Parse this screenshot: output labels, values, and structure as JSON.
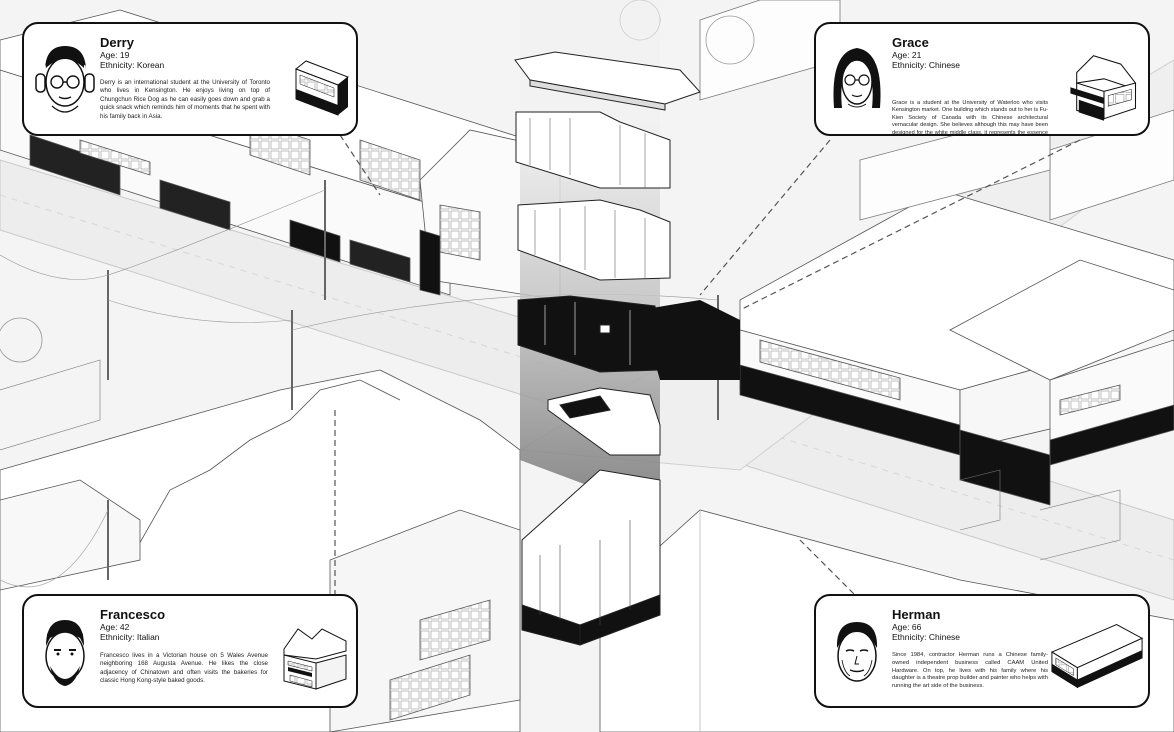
{
  "personas": [
    {
      "name": "Derry",
      "age": "Age: 19",
      "ethnicity": "Ethnicity: Korean",
      "bio": "Derry is an international student at the University of Toronto who lives in Kensington. He enjoys living on top of Chungchun Rice Dog as he can easily goes down and grab a quick snack which reminds him of moments that he spent with his family back in Asia."
    },
    {
      "name": "Grace",
      "age": "Age: 21",
      "ethnicity": "Ethnicity: Chinese",
      "bio": "Grace is a student at the University of Waterloo who visits Kensington market. One building which stands out to her is Fu-Kien Society of Canada with its Chinese architectural vernacular design. She believes although this may have been designed for the white middle class, it represents the essence of \"Chinatowns.\""
    },
    {
      "name": "Francesco",
      "age": "Age: 42",
      "ethnicity": "Ethnicity: Italian",
      "bio": "Francesco lives in a Victorian house on 5 Wales Avenue neighboring 168 Augusta Avenue. He likes the close adjacency of Chinatown and often visits the bakeries for classic Hong Kong-style baked goods."
    },
    {
      "name": "Herman",
      "age": "Age: 66",
      "ethnicity": "Ethnicity: Chinese",
      "bio": "Since 1984, contractor Herman runs a Chinese family-owned independent business called CAAM United Hardware. On top, he lives with his family where his daughter is a theatre prop builder and painter who helps with running the art side of the business."
    }
  ]
}
